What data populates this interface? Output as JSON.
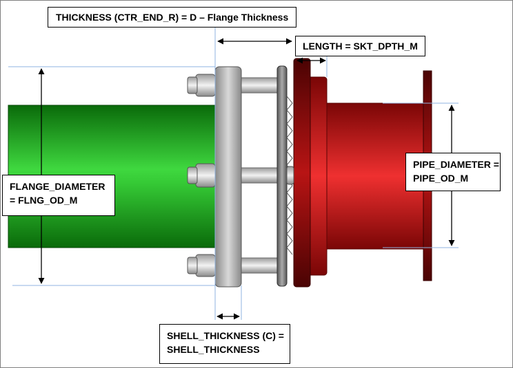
{
  "labels": {
    "thickness": "THICKNESS (CTR_END_R) = D – Flange Thickness",
    "length": "LENGTH = SKT_DPTH_M",
    "flange_diameter_line1": "FLANGE_DIAMETER",
    "flange_diameter_line2": "= FLNG_OD_M",
    "pipe_diameter_line1": "PIPE_DIAMETER =",
    "pipe_diameter_line2": "PIPE_OD_M",
    "shell_thickness_line1": "SHELL_THICKNESS (C) =",
    "shell_thickness_line2": "SHELL_THICKNESS"
  },
  "colors": {
    "green_pipe": "#1fa51f",
    "red_pipe": "#cc1111",
    "flange_grey": "#b8b8b8",
    "dimension_line": "#000000",
    "extension_line": "#8fb3e0"
  }
}
